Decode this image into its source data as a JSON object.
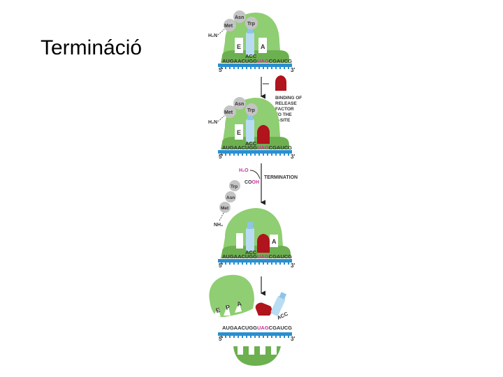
{
  "title": "Terminációhoz",
  "colors": {
    "ribbosome_green": "#8fce72",
    "ribosome_green_dark": "#5ea24a",
    "mrna_blue": "#2a8fcf",
    "trna_blue": "#b8dcf2",
    "release_factor_red": "#b0141c",
    "stop_codon_magenta": "#c8329a",
    "amino_acid_grey": "#c4c4c4"
  },
  "mrna": {
    "five_prime": "5'",
    "three_prime": "3'",
    "seq_before": "AUGAACUGG",
    "stop_codon": "UAG",
    "seq_after": "CGAUCG",
    "anticodon": "ACC"
  },
  "amino_acids": {
    "met": "Met",
    "asn": "Asn",
    "trp": "Trp",
    "n_terminus_top": "H₂N",
    "n_terminus_bottom": "NH₂",
    "cooh_co": "CO",
    "cooh_oh": "OH",
    "water": "H₂O"
  },
  "sites": {
    "e": "E",
    "p": "P",
    "a": "A"
  },
  "steps": {
    "release_factor": [
      "BINDING OF",
      "RELEASE",
      "FACTOR",
      "TO THE",
      "A-SITE"
    ],
    "termination": "TERMINATION"
  }
}
